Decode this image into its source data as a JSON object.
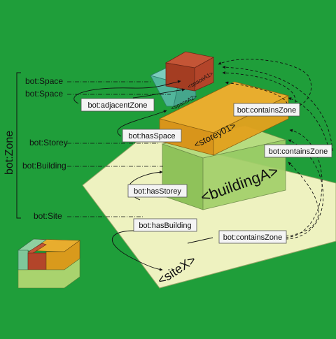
{
  "colors": {
    "background": "#1f9e3a",
    "site": "#eef2c0",
    "building": "#9fd067",
    "storey": "#e3a21e",
    "space_teal": "#57b9a6",
    "space_red": "#b3452a",
    "label_bg": "#f4f4f4",
    "line": "#111111"
  },
  "zone_label": "bot:Zone",
  "classes": {
    "space1": "bot:Space",
    "space2": "bot:Space",
    "storey": "bot:Storey",
    "building": "bot:Building",
    "site": "bot:Site"
  },
  "relations": {
    "adjacent_zone": "bot:adjacentZone",
    "has_space": "bot:hasSpace",
    "has_storey": "bot:hasStorey",
    "has_building": "bot:hasBuilding",
    "contains_zone_1": "bot:containsZone",
    "contains_zone_2": "bot:containsZone",
    "contains_zone_3": "bot:containsZone"
  },
  "instances": {
    "site": "<siteX>",
    "building": "<buildingA>",
    "storey": "<storey01>",
    "space_a": "<spaceA2>",
    "space_b": "<spaceA1>"
  }
}
